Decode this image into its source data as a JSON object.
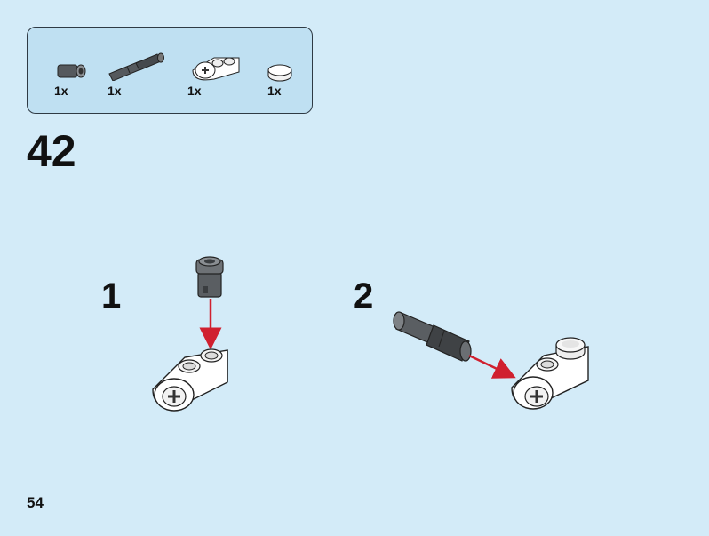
{
  "parts_list": {
    "items": [
      {
        "icon": "short-pin-icon",
        "quantity": "1x"
      },
      {
        "icon": "long-axle-pin-icon",
        "quantity": "1x"
      },
      {
        "icon": "beam-connector-icon",
        "quantity": "1x"
      },
      {
        "icon": "round-tile-icon",
        "quantity": "1x"
      }
    ]
  },
  "step": {
    "number": "42",
    "substeps": [
      {
        "label": "1"
      },
      {
        "label": "2"
      }
    ]
  },
  "page": {
    "number": "54"
  },
  "colors": {
    "background": "#d3ebf8",
    "parts_box": "#bfe0f2",
    "arrow": "#d0202f",
    "dark_gray_part": "#5a5e62",
    "white_part": "#ffffff"
  }
}
